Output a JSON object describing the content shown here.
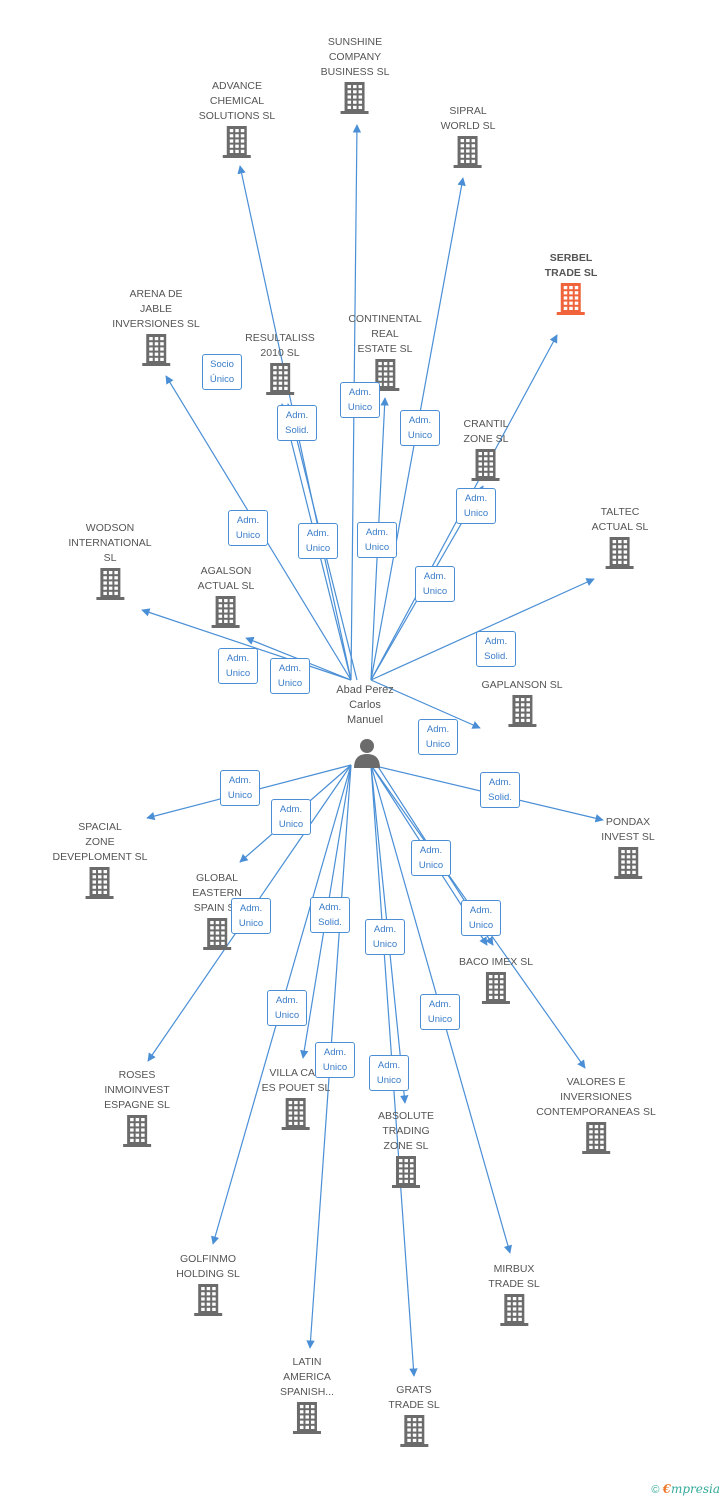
{
  "person": {
    "name": "Abad Perez\nCarlos\nManuel",
    "icon": "person-icon"
  },
  "colors": {
    "edge": "#4a8fd6",
    "building": "#6b6b6b",
    "highlight": "#f0643c"
  },
  "nodes": [
    {
      "id": "sunshine",
      "label": "SUNSHINE\nCOMPANY\nBUSINESS SL",
      "icon": "building-icon"
    },
    {
      "id": "advance",
      "label": "ADVANCE\nCHEMICAL\nSOLUTIONS  SL",
      "icon": "building-icon"
    },
    {
      "id": "sipral",
      "label": "SIPRAL\nWORLD SL",
      "icon": "building-icon"
    },
    {
      "id": "serbel",
      "label": "SERBEL\nTRADE SL",
      "icon": "building-icon",
      "highlight": true
    },
    {
      "id": "arena",
      "label": "ARENA DE\nJABLE\nINVERSIONES SL",
      "icon": "building-icon"
    },
    {
      "id": "resultaliss",
      "label": "RESULTALISS\n2010 SL",
      "icon": "building-icon"
    },
    {
      "id": "continental",
      "label": "CONTINENTAL\nREAL\nESTATE SL",
      "icon": "building-icon"
    },
    {
      "id": "crantil",
      "label": "CRANTIL\nZONE SL",
      "icon": "building-icon"
    },
    {
      "id": "taltec",
      "label": "TALTEC\nACTUAL SL",
      "icon": "building-icon"
    },
    {
      "id": "wodson",
      "label": "WODSON\nINTERNATIONAL\nSL",
      "icon": "building-icon"
    },
    {
      "id": "agalson",
      "label": "AGALSON\nACTUAL SL",
      "icon": "building-icon"
    },
    {
      "id": "gaplanson",
      "label": "GAPLANSON SL",
      "icon": "building-icon"
    },
    {
      "id": "spacial",
      "label": "SPACIAL\nZONE\nDEVEPLOMENT SL",
      "icon": "building-icon"
    },
    {
      "id": "pondax",
      "label": "PONDAX\nINVEST SL",
      "icon": "building-icon"
    },
    {
      "id": "global",
      "label": "GLOBAL\nEASTERN\nSPAIN  SL",
      "icon": "building-icon"
    },
    {
      "id": "baco",
      "label": "BACO IMEX SL",
      "icon": "building-icon"
    },
    {
      "id": "roses",
      "label": "ROSES\nINMOINVEST\nESPAGNE  SL",
      "icon": "building-icon"
    },
    {
      "id": "villa",
      "label": "VILLA CAN\nES POUET  SL",
      "icon": "building-icon"
    },
    {
      "id": "absolute",
      "label": "ABSOLUTE\nTRADING\nZONE SL",
      "icon": "building-icon"
    },
    {
      "id": "valores",
      "label": "VALORES E\nINVERSIONES\nCONTEMPORANEAS SL",
      "icon": "building-icon"
    },
    {
      "id": "golfinmo",
      "label": "GOLFINMO\nHOLDING SL",
      "icon": "building-icon"
    },
    {
      "id": "mirbux",
      "label": "MIRBUX\nTRADE SL",
      "icon": "building-icon"
    },
    {
      "id": "latin",
      "label": "LATIN\nAMERICA\nSPANISH...",
      "icon": "building-icon"
    },
    {
      "id": "grats",
      "label": "GRATS\nTRADE  SL",
      "icon": "building-icon"
    }
  ],
  "relations": [
    {
      "target": "resultaliss",
      "label": "Socio\nÚnico"
    },
    {
      "target": "resultaliss",
      "label": "Adm.\nSolid."
    },
    {
      "target": "continental",
      "label": "Adm.\nUnico"
    },
    {
      "target": "sipral",
      "label": "Adm.\nUnico"
    },
    {
      "target": "crantil",
      "label": "Adm.\nUnico"
    },
    {
      "target": "arena",
      "label": "Adm.\nUnico"
    },
    {
      "target": "advance",
      "label": "Adm.\nUnico"
    },
    {
      "target": "sunshine",
      "label": "Adm.\nUnico"
    },
    {
      "target": "serbel",
      "label": "Adm.\nUnico"
    },
    {
      "target": "taltec",
      "label": "Adm.\nSolid."
    },
    {
      "target": "wodson",
      "label": "Adm.\nUnico"
    },
    {
      "target": "agalson",
      "label": "Adm.\nUnico"
    },
    {
      "target": "gaplanson",
      "label": "Adm.\nUnico"
    },
    {
      "target": "spacial",
      "label": "Adm.\nUnico"
    },
    {
      "target": "pondax",
      "label": "Adm.\nSolid."
    },
    {
      "target": "global",
      "label": "Adm.\nUnico"
    },
    {
      "target": "baco",
      "label": "Adm.\nUnico"
    },
    {
      "target": "baco",
      "label": "Adm.\nUnico"
    },
    {
      "target": "roses",
      "label": "Adm.\nUnico"
    },
    {
      "target": "villa",
      "label": "Adm.\nSolid."
    },
    {
      "target": "absolute",
      "label": "Adm.\nUnico"
    },
    {
      "target": "valores",
      "label": "Adm.\nUnico"
    },
    {
      "target": "golfinmo",
      "label": "Adm.\nUnico"
    },
    {
      "target": "latin",
      "label": "Adm.\nUnico"
    },
    {
      "target": "grats",
      "label": "Adm.\nUnico"
    },
    {
      "target": "mirbux",
      "label": "Adm.\nUnico"
    }
  ],
  "footer": {
    "copyright": "©",
    "brand_e": "€",
    "brand_rest": "mpresia"
  }
}
